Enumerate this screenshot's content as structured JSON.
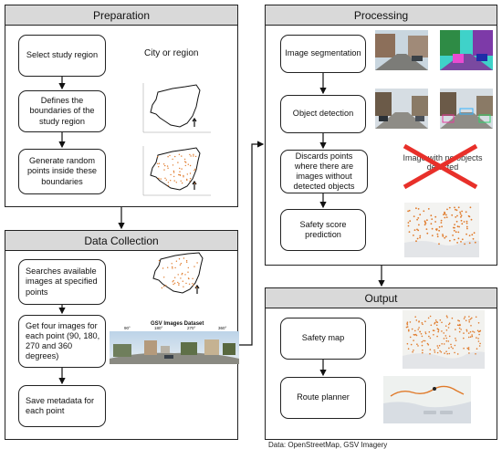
{
  "panels": {
    "preparation": {
      "title": "Preparation"
    },
    "data_collection": {
      "title": "Data Collection"
    },
    "processing": {
      "title": "Processing"
    },
    "output": {
      "title": "Output"
    }
  },
  "preparation_steps": [
    "Select study region",
    "Defines the boundaries of the study region",
    "Generate random points inside these boundaries"
  ],
  "city_label": "City or region",
  "data_collection_steps": [
    "Searches available images at specified points",
    "Get four images for each point (90, 180, 270 and 360 degrees)",
    "Save metadata for each point"
  ],
  "gsv_dataset_label": "GSV Images Dataset",
  "gsv_angle_labels": [
    "90°",
    "180°",
    "270°",
    "360°"
  ],
  "processing_steps": [
    "Image segmentation",
    "Object detection",
    "Discards points where there are images without detected objects",
    "Safety score prediction"
  ],
  "no_objects_label": "Image with no objects detected",
  "output_steps": [
    "Safety map",
    "Route planner"
  ],
  "footnote": "Data: OpenStreetMap, GSV Imagery",
  "colors": {
    "header": "#d9d9d9",
    "cross": "#e8302a",
    "points": "#e07a2a",
    "panel_border": "#222222"
  }
}
